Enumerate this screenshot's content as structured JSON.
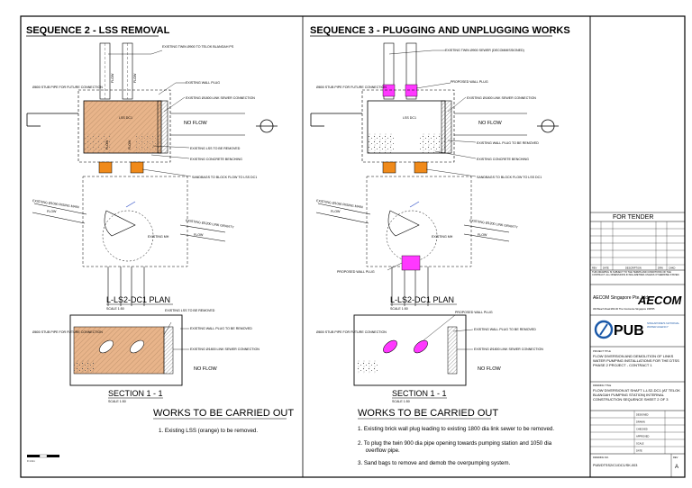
{
  "colors": {
    "lss": "#e8b48a",
    "lss_dark": "#cf6f2a",
    "sandbag": "#f08a1a",
    "plug": "#ff38ff",
    "flow": "#3050c8",
    "rail": "#8ac0d8",
    "logo_blue": "#1a58a8"
  },
  "seq2": {
    "title": "SEQUENCE 2 - LSS REMOVAL",
    "labels": {
      "stub_pipe": "Ø800 STUB PIPE FOR FUTURE CONNECTION",
      "twin_pipe": "EXISTING TWIN Ø900 TO TELOK BLANGAH PS",
      "wall_plug": "EXISTING WALL PLUG",
      "link_sewer": "EXISTING Ø1800 LINK SEWER CONNECTION",
      "lss_remove": "EXISTING LSS TO BE REMOVED",
      "benching": "EXISTING CONCRETE BENCHING",
      "sandbags": "SANDBAGS TO BLOCK FLOW TO LSS DC1",
      "pipe_in": "EXISTING Ø1050 RISING MAIN",
      "pipe_out": "EXISTING Ø1200 LINK GRAVITY",
      "manhole": "EXISTING MH",
      "box_tag": "LSS DC1",
      "section_lss": "EXISTING LSS TO BE REMOVED",
      "section_wall": "EXISTING WALL PLUG TO BE REMOVED",
      "section_link": "EXISTING Ø1800 LINK SEWER CONNECTION"
    },
    "flow_text": "FLOW",
    "no_flow": "NO FLOW",
    "plan_title": "L-LS2-DC1 PLAN",
    "plan_scale": "SCALE 1:50",
    "section_title": "SECTION 1 - 1",
    "section_scale": "SCALE 1:50",
    "works_title": "WORKS TO BE CARRIED OUT",
    "works": [
      "1.  Existing LSS (orange) to be removed."
    ],
    "scale_bar_label": "0     1     2m"
  },
  "seq3": {
    "title": "SEQUENCE 3 - PLUGGING AND UNPLUGGING WORKS",
    "labels": {
      "stub_pipe": "Ø800 STUB PIPE FOR FUTURE CONNECTION",
      "twin_pipe": "EXISTING TWIN Ø900 SEWER (DECOMMISSIONED)",
      "proposed_plug": "PROPOSED WALL PLUG",
      "link_sewer": "EXISTING Ø1800 LINK SEWER CONNECTION",
      "wall_plug_remove": "EXISTING WALL PLUG TO BE REMOVED",
      "benching": "EXISTING CONCRETE BENCHING",
      "sandbags": "SANDBAGS TO BLOCK FLOW TO LSS DC1",
      "pipe_in": "EXISTING Ø1050 RISING MAIN",
      "pipe_out": "EXISTING Ø1200 LINK GRAVITY",
      "manhole": "EXISTING MH",
      "box_tag": "LSS DC1",
      "plug_label": "PROPOSED WALL PLUG",
      "section_plug": "PROPOSED WALL PLUG",
      "section_wall": "EXISTING WALL PLUG TO BE REMOVED",
      "section_link": "EXISTING Ø1800 LINK SEWER CONNECTION"
    },
    "flow_text": "FLOW",
    "no_flow": "NO FLOW",
    "plan_title": "L-LS2-DC1 PLAN",
    "plan_scale": "SCALE 1:50",
    "section_title": "SECTION 1 - 1",
    "section_scale": "SCALE 1:50",
    "works_title": "WORKS TO BE CARRIED OUT",
    "works": [
      "1.  Existing brick wall plug leading to existing 1800 dia link sewer to be removed.",
      "2.  To plug the  twin 900 dia pipe opening towards pumping station and 1050 dia",
      "     overflow pipe.",
      "3.  Sand bags to remove and demob the overpumping system."
    ]
  },
  "title_block": {
    "status": "FOR TENDER",
    "rev_headers": [
      "REV",
      "DATE",
      "DESCRIPTION",
      "DRN",
      "CHKD"
    ],
    "notes": "THIS DRAWING IS SUBJECT TO THE TERMS AND CONDITIONS OF THE CONTRACT. ALL DIMENSIONS IN MILLIMETRES UNLESS OTHERWISE STATED.",
    "consultant": "AECOM Singapore Pte. Ltd.",
    "consultant_address": "300 Beach Road #03-00 The Concourse Singapore 199555",
    "aecom_logo": "AECOM",
    "client": "PUB",
    "client_sub": "SINGAPORE'S NATIONAL WATER AGENCY",
    "project_label": "PROJECT TITLE",
    "project": "FLOW DIVERSION AND DEMOLITION OF LINKS WATER PUMPING INSTALLATIONS FOR THE DTSS PHASE 2 PROJECT - CONTRACT 1",
    "drawing_label": "DRAWING TITLE",
    "drawing": "FLOW DIVERSION AT SHAFT L-LS2-DC1 (AT TELOK BLANGAH PUMPING STATION) INTERNAL CONSTRUCTION SEQUENCE SHEET 2 OF 3",
    "meta_rows": [
      "DESIGNED",
      "DRAWN",
      "CHECKED",
      "APPROVED",
      "SCALE",
      "DATE"
    ],
    "dwg_no_label": "DRAWING NO.",
    "dwg_no": "PUB/DTSS2/C1/DC1/SK-003",
    "rev_label": "REV",
    "rev": "A"
  }
}
